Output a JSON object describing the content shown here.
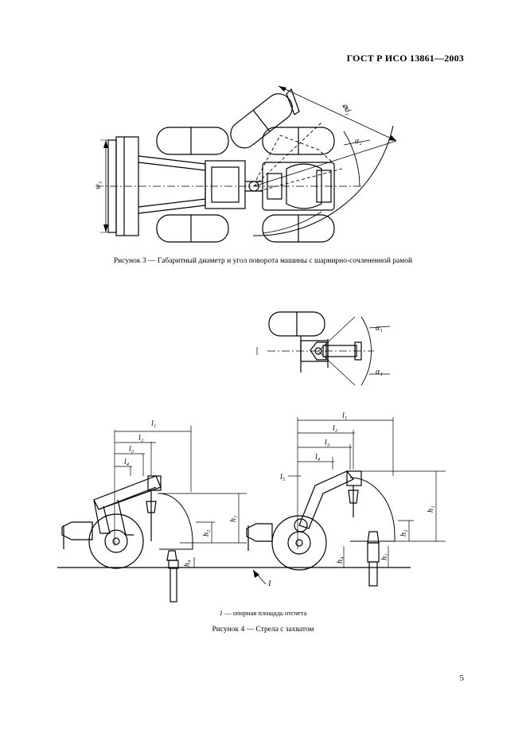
{
  "header": {
    "doc_number": "ГОСТ Р ИСО 13861—2003"
  },
  "figure3": {
    "caption": "Рисунок 3 — Габаритный диаметр и угол поворота машины с шарнирно-сочлененной рамой",
    "labels": {
      "diameter": "⌀d₂",
      "angle": "α₂",
      "width": "w₃"
    }
  },
  "figure_small": {
    "labels": {
      "angle_top": "α₁",
      "angle_bottom": "α₁"
    }
  },
  "figure4": {
    "caption": "Рисунок 4 — Стрела с захватом",
    "legend_num": "1",
    "legend_text": " — опорная площадь отсчета",
    "left_labels": {
      "l1": "l₁",
      "l2": "l₂",
      "l3": "l₃",
      "l4": "l₄",
      "h1": "h₁",
      "h2": "h₂",
      "h4": "h₄"
    },
    "right_labels": {
      "l1": "l₁",
      "l2": "l₂",
      "l3": "l₃",
      "l4": "l₄",
      "l5": "l₅",
      "h1": "h₁",
      "h2": "h₂",
      "h4": "h₄"
    },
    "ref_mark": "1"
  },
  "page_number": "5"
}
